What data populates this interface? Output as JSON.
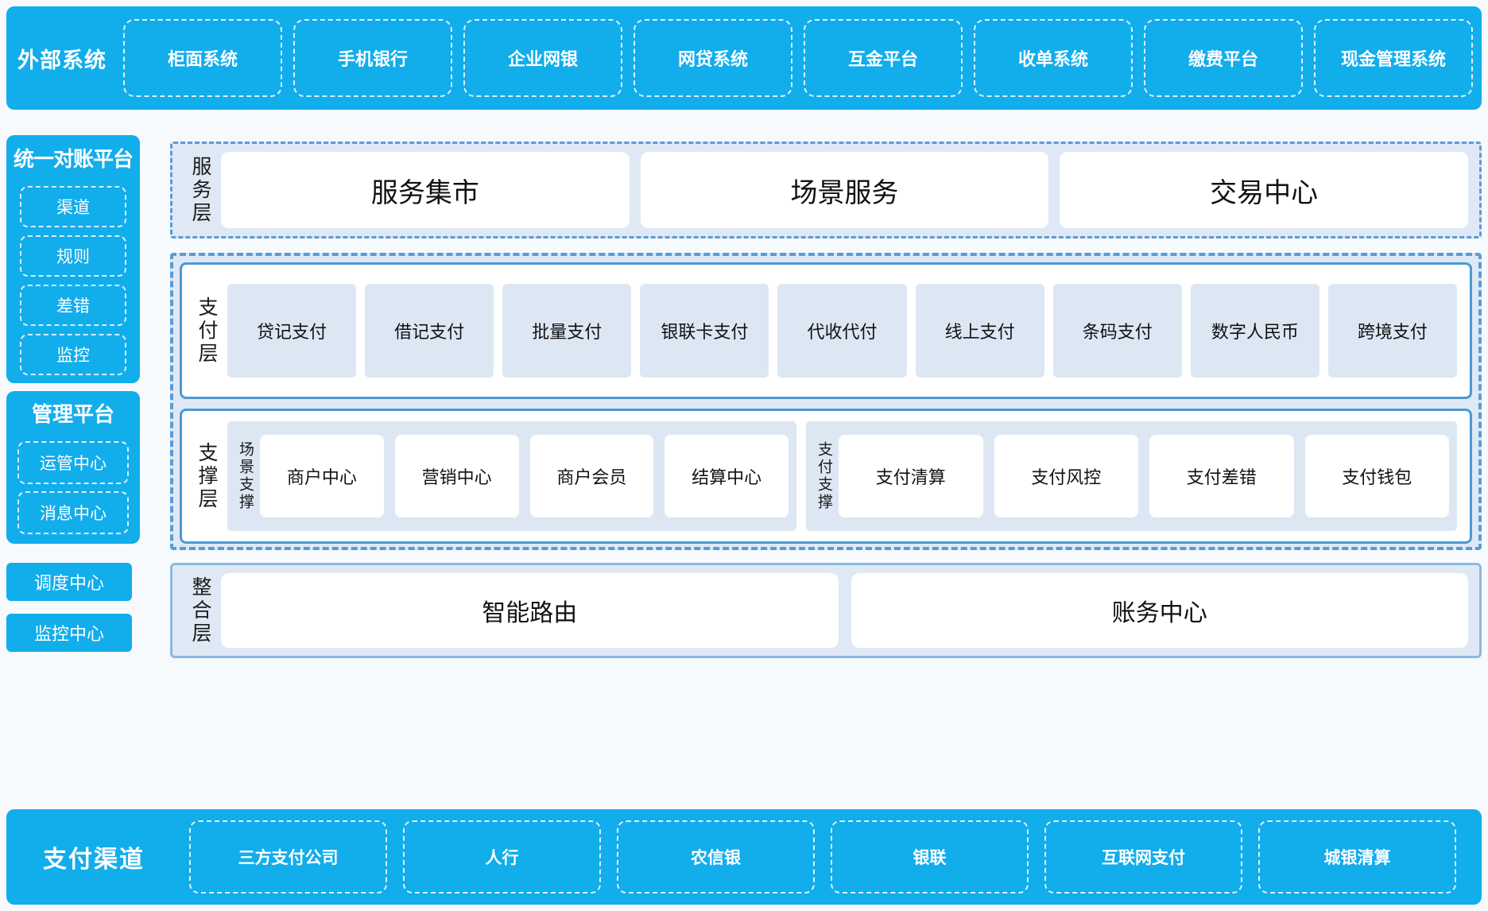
{
  "external": {
    "title": "外部系统",
    "items": [
      "柜面系统",
      "手机银行",
      "企业网银",
      "网贷系统",
      "互金平台",
      "收单系统",
      "缴费平台",
      "现金管理系统"
    ]
  },
  "sidebar": {
    "recon": {
      "title": "统一对账平台",
      "items": [
        "渠道",
        "规则",
        "差错",
        "监控"
      ]
    },
    "mgmt": {
      "title": "管理平台",
      "items": [
        "运管中心",
        "消息中心"
      ]
    },
    "standalone": [
      "调度中心",
      "监控中心"
    ]
  },
  "service_layer": {
    "label": "服务层",
    "items": [
      "服务集市",
      "场景服务",
      "交易中心"
    ]
  },
  "payment_layer": {
    "label": "支付层",
    "items": [
      "贷记支付",
      "借记支付",
      "批量支付",
      "银联卡支付",
      "代收代付",
      "线上支付",
      "条码支付",
      "数字人民币",
      "跨境支付"
    ]
  },
  "support_layer": {
    "label": "支撑层",
    "groups": [
      {
        "label": "场景支撑",
        "items": [
          "商户中心",
          "营销中心",
          "商户会员",
          "结算中心"
        ]
      },
      {
        "label": "支付支撑",
        "items": [
          "支付清算",
          "支付风控",
          "支付差错",
          "支付钱包"
        ]
      }
    ]
  },
  "integration_layer": {
    "label": "整合层",
    "items": [
      "智能路由",
      "账务中心"
    ]
  },
  "channel": {
    "title": "支付渠道",
    "items": [
      "三方支付公司",
      "人行",
      "农信银",
      "银联",
      "互联网支付",
      "城银清算"
    ]
  },
  "colors": {
    "brand_blue": "#12adeb",
    "layer_fill": "#dfe9f6",
    "layer_border": "#5b9bd5",
    "card_fill": "#dde7f4",
    "page_bg": "#f7fafd"
  }
}
